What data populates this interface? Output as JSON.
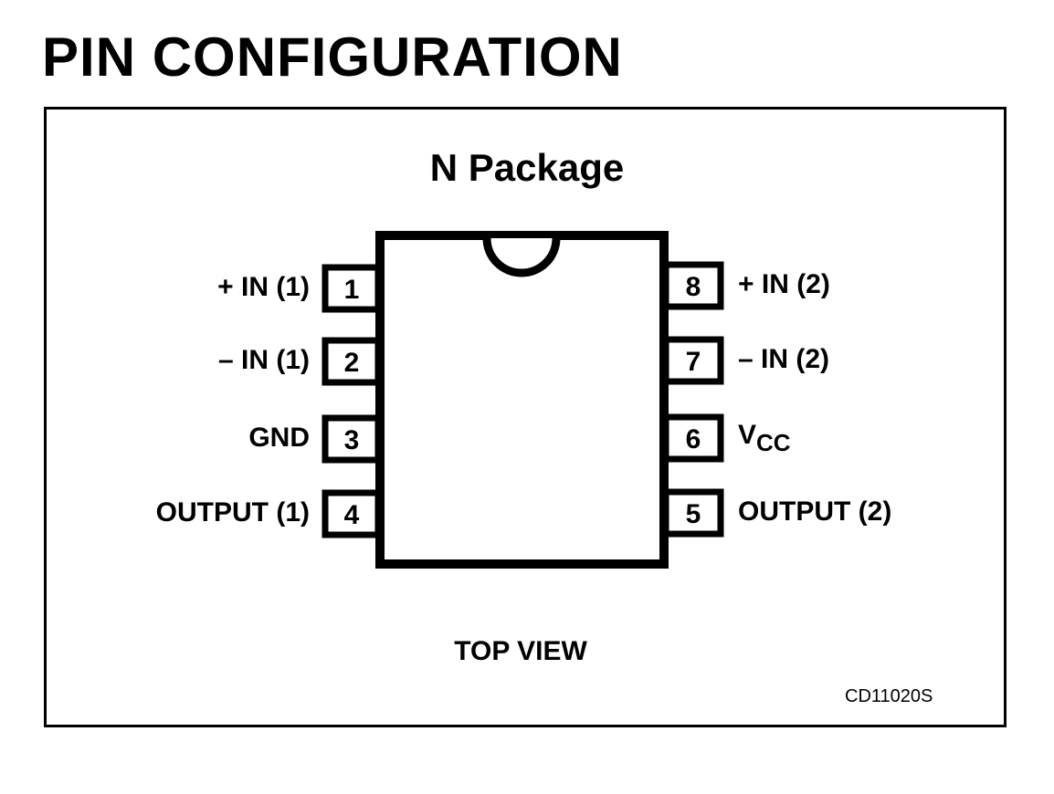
{
  "title": "PIN CONFIGURATION",
  "package": "N Package",
  "view_label": "TOP VIEW",
  "drawing_code": "CD11020S",
  "left_pins": [
    {
      "number": "1",
      "label": "+ IN (1)"
    },
    {
      "number": "2",
      "label": "– IN (1)"
    },
    {
      "number": "3",
      "label": "GND"
    },
    {
      "number": "4",
      "label": "OUTPUT (1)"
    }
  ],
  "right_pins": [
    {
      "number": "8",
      "label": "+ IN (2)"
    },
    {
      "number": "7",
      "label": "– IN (2)"
    },
    {
      "number": "6",
      "label": "V",
      "label_sub": "CC"
    },
    {
      "number": "5",
      "label": "OUTPUT (2)"
    }
  ]
}
